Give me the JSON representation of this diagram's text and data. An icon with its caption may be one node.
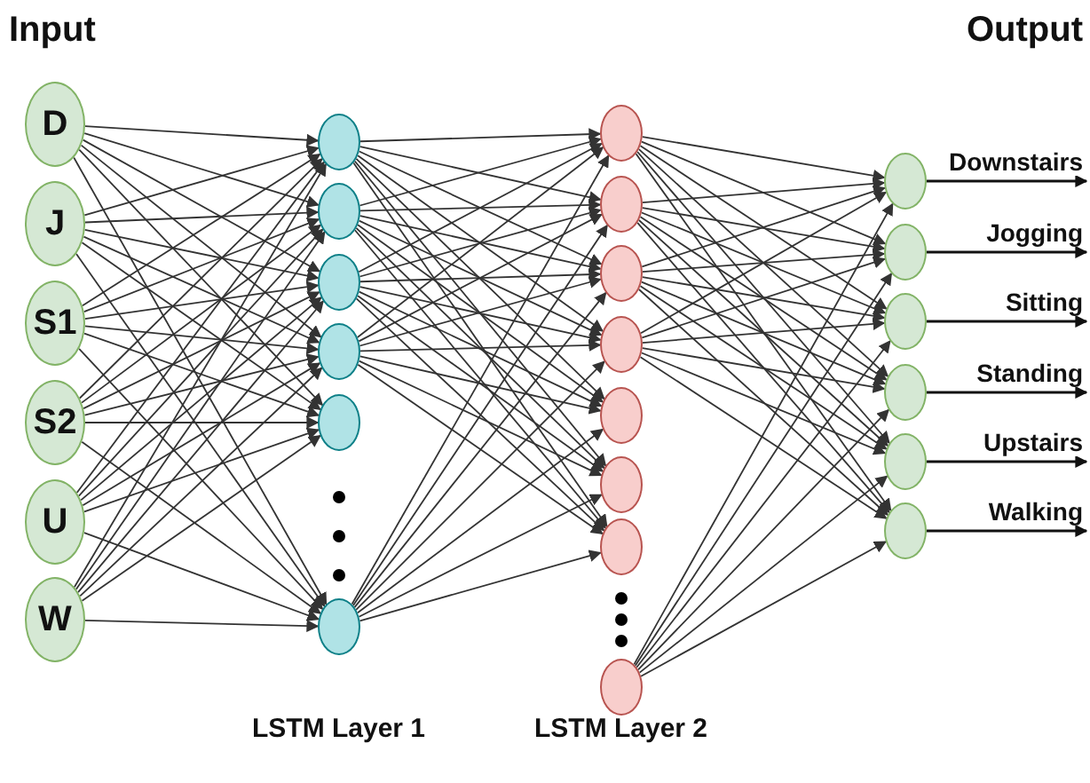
{
  "diagram": {
    "nodes": [
      {
        "text": [
          "D"
        ]
      },
      {
        "text": [
          "J"
        ]
      },
      {
        "text": [
          "S1"
        ]
      },
      {
        "text": [
          "S2"
        ]
      },
      {
        "text": [
          "U"
        ]
      },
      {
        "text": [
          "W"
        ]
      },
      {
        "text": [],
        "shape": "circle"
      },
      {
        "text": [],
        "shape": "circle"
      },
      {
        "text": [],
        "shape": "circle"
      },
      {
        "text": [],
        "shape": "circle"
      },
      {
        "text": [],
        "shape": "circle"
      },
      {
        "text": [],
        "shape": "circle"
      },
      {
        "text": [],
        "shape": "circle"
      },
      {
        "text": [],
        "shape": "circle"
      },
      {
        "text": [],
        "shape": "circle"
      },
      {
        "text": [],
        "shape": "circle"
      },
      {
        "text": [],
        "shape": "circle"
      },
      {
        "text": [],
        "shape": "circle"
      },
      {
        "text": [],
        "shape": "circle"
      },
      {
        "text": [],
        "shape": "circle"
      },
      {
        "text": [],
        "shape": "circle"
      },
      {
        "text": [],
        "shape": "circle"
      },
      {
        "text": [],
        "shape": "circle"
      },
      {
        "text": [],
        "shape": "circle"
      },
      {
        "text": [],
        "shape": "circle"
      },
      {
        "text": [],
        "shape": "circle"
      }
    ],
    "edges": [
      {
        "from": 0,
        "to": 6,
        "arrow": "to"
      },
      {
        "from": 0,
        "to": 7,
        "arrow": "to"
      },
      {
        "from": 0,
        "to": 8,
        "arrow": "to"
      },
      {
        "from": 0,
        "to": 9,
        "arrow": "to"
      },
      {
        "from": 0,
        "to": 10,
        "arrow": "to"
      },
      {
        "from": 0,
        "to": 11,
        "arrow": "to"
      },
      {
        "from": 1,
        "to": 6,
        "arrow": "to"
      },
      {
        "from": 1,
        "to": 7,
        "arrow": "to"
      },
      {
        "from": 1,
        "to": 8,
        "arrow": "to"
      },
      {
        "from": 1,
        "to": 9,
        "arrow": "to"
      },
      {
        "from": 1,
        "to": 10,
        "arrow": "to"
      },
      {
        "from": 1,
        "to": 11,
        "arrow": "to"
      },
      {
        "from": 2,
        "to": 6,
        "arrow": "to"
      },
      {
        "from": 2,
        "to": 7,
        "arrow": "to"
      },
      {
        "from": 2,
        "to": 8,
        "arrow": "to"
      },
      {
        "from": 2,
        "to": 9,
        "arrow": "to"
      },
      {
        "from": 2,
        "to": 10,
        "arrow": "to"
      },
      {
        "from": 2,
        "to": 11,
        "arrow": "to"
      },
      {
        "from": 3,
        "to": 6,
        "arrow": "to"
      },
      {
        "from": 3,
        "to": 7,
        "arrow": "to"
      },
      {
        "from": 3,
        "to": 8,
        "arrow": "to"
      },
      {
        "from": 3,
        "to": 9,
        "arrow": "to"
      },
      {
        "from": 3,
        "to": 10,
        "arrow": "to"
      },
      {
        "from": 3,
        "to": 11,
        "arrow": "to"
      },
      {
        "from": 4,
        "to": 6,
        "arrow": "to"
      },
      {
        "from": 4,
        "to": 7,
        "arrow": "to"
      },
      {
        "from": 4,
        "to": 8,
        "arrow": "to"
      },
      {
        "from": 4,
        "to": 9,
        "arrow": "to"
      },
      {
        "from": 4,
        "to": 10,
        "arrow": "to"
      },
      {
        "from": 4,
        "to": 11,
        "arrow": "to"
      },
      {
        "from": 5,
        "to": 6,
        "arrow": "to"
      },
      {
        "from": 5,
        "to": 7,
        "arrow": "to"
      },
      {
        "from": 5,
        "to": 8,
        "arrow": "to"
      },
      {
        "from": 5,
        "to": 9,
        "arrow": "to"
      },
      {
        "from": 5,
        "to": 10,
        "arrow": "to"
      },
      {
        "from": 5,
        "to": 11,
        "arrow": "to"
      },
      {
        "from": 6,
        "to": 12,
        "arrow": "to"
      },
      {
        "from": 6,
        "to": 13,
        "arrow": "to"
      },
      {
        "from": 6,
        "to": 14,
        "arrow": "to"
      },
      {
        "from": 6,
        "to": 15,
        "arrow": "to"
      },
      {
        "from": 6,
        "to": 16,
        "arrow": "to"
      },
      {
        "from": 6,
        "to": 17,
        "arrow": "to"
      },
      {
        "from": 6,
        "to": 18,
        "arrow": "to"
      },
      {
        "from": 7,
        "to": 12,
        "arrow": "to"
      },
      {
        "from": 7,
        "to": 13,
        "arrow": "to"
      },
      {
        "from": 7,
        "to": 14,
        "arrow": "to"
      },
      {
        "from": 7,
        "to": 15,
        "arrow": "to"
      },
      {
        "from": 7,
        "to": 16,
        "arrow": "to"
      },
      {
        "from": 7,
        "to": 17,
        "arrow": "to"
      },
      {
        "from": 7,
        "to": 18,
        "arrow": "to"
      },
      {
        "from": 8,
        "to": 12,
        "arrow": "to"
      },
      {
        "from": 8,
        "to": 13,
        "arrow": "to"
      },
      {
        "from": 8,
        "to": 14,
        "arrow": "to"
      },
      {
        "from": 8,
        "to": 15,
        "arrow": "to"
      },
      {
        "from": 8,
        "to": 16,
        "arrow": "to"
      },
      {
        "from": 8,
        "to": 17,
        "arrow": "to"
      },
      {
        "from": 8,
        "to": 18,
        "arrow": "to"
      },
      {
        "from": 9,
        "to": 12,
        "arrow": "to"
      },
      {
        "from": 9,
        "to": 13,
        "arrow": "to"
      },
      {
        "from": 9,
        "to": 14,
        "arrow": "to"
      },
      {
        "from": 9,
        "to": 15,
        "arrow": "to"
      },
      {
        "from": 9,
        "to": 16,
        "arrow": "to"
      },
      {
        "from": 9,
        "to": 17,
        "arrow": "to"
      },
      {
        "from": 9,
        "to": 18,
        "arrow": "to"
      },
      {
        "from": 11,
        "to": 12,
        "arrow": "to"
      },
      {
        "from": 11,
        "to": 13,
        "arrow": "to"
      },
      {
        "from": 11,
        "to": 14,
        "arrow": "to"
      },
      {
        "from": 11,
        "to": 15,
        "arrow": "to"
      },
      {
        "from": 11,
        "to": 16,
        "arrow": "to"
      },
      {
        "from": 11,
        "to": 17,
        "arrow": "to"
      },
      {
        "from": 11,
        "to": 18,
        "arrow": "to"
      },
      {
        "from": 12,
        "to": 20,
        "arrow": "to"
      },
      {
        "from": 12,
        "to": 21,
        "arrow": "to"
      },
      {
        "from": 12,
        "to": 22,
        "arrow": "to"
      },
      {
        "from": 12,
        "to": 23,
        "arrow": "to"
      },
      {
        "from": 12,
        "to": 24,
        "arrow": "to"
      },
      {
        "from": 12,
        "to": 25,
        "arrow": "to"
      },
      {
        "from": 13,
        "to": 20,
        "arrow": "to"
      },
      {
        "from": 13,
        "to": 21,
        "arrow": "to"
      },
      {
        "from": 13,
        "to": 22,
        "arrow": "to"
      },
      {
        "from": 13,
        "to": 23,
        "arrow": "to"
      },
      {
        "from": 13,
        "to": 24,
        "arrow": "to"
      },
      {
        "from": 13,
        "to": 25,
        "arrow": "to"
      },
      {
        "from": 14,
        "to": 20,
        "arrow": "to"
      },
      {
        "from": 14,
        "to": 21,
        "arrow": "to"
      },
      {
        "from": 14,
        "to": 22,
        "arrow": "to"
      },
      {
        "from": 14,
        "to": 23,
        "arrow": "to"
      },
      {
        "from": 14,
        "to": 24,
        "arrow": "to"
      },
      {
        "from": 14,
        "to": 25,
        "arrow": "to"
      },
      {
        "from": 15,
        "to": 20,
        "arrow": "to"
      },
      {
        "from": 15,
        "to": 21,
        "arrow": "to"
      },
      {
        "from": 15,
        "to": 22,
        "arrow": "to"
      },
      {
        "from": 15,
        "to": 23,
        "arrow": "to"
      },
      {
        "from": 15,
        "to": 24,
        "arrow": "to"
      },
      {
        "from": 15,
        "to": 25,
        "arrow": "to"
      },
      {
        "from": 19,
        "to": 20,
        "arrow": "to"
      },
      {
        "from": 19,
        "to": 21,
        "arrow": "to"
      },
      {
        "from": 19,
        "to": 22,
        "arrow": "to"
      },
      {
        "from": 19,
        "to": 23,
        "arrow": "to"
      },
      {
        "from": 19,
        "to": 24,
        "arrow": "to"
      },
      {
        "from": 19,
        "to": 25,
        "arrow": "to"
      },
      {
        "from": 20,
        "to": null,
        "label": "Downstairs",
        "arrow": "to"
      },
      {
        "from": 21,
        "to": null,
        "label": "Jogging",
        "arrow": "to"
      },
      {
        "from": 22,
        "to": null,
        "label": "Sitting",
        "arrow": "to"
      },
      {
        "from": 23,
        "to": null,
        "label": "Standing",
        "arrow": "to"
      },
      {
        "from": 24,
        "to": null,
        "label": "Upstairs",
        "arrow": "to"
      },
      {
        "from": 25,
        "to": null,
        "label": "Walking",
        "arrow": "to"
      }
    ],
    "labels": [
      "Input",
      "Output",
      "LSTM Layer 1",
      "LSTM Layer 2"
    ]
  }
}
